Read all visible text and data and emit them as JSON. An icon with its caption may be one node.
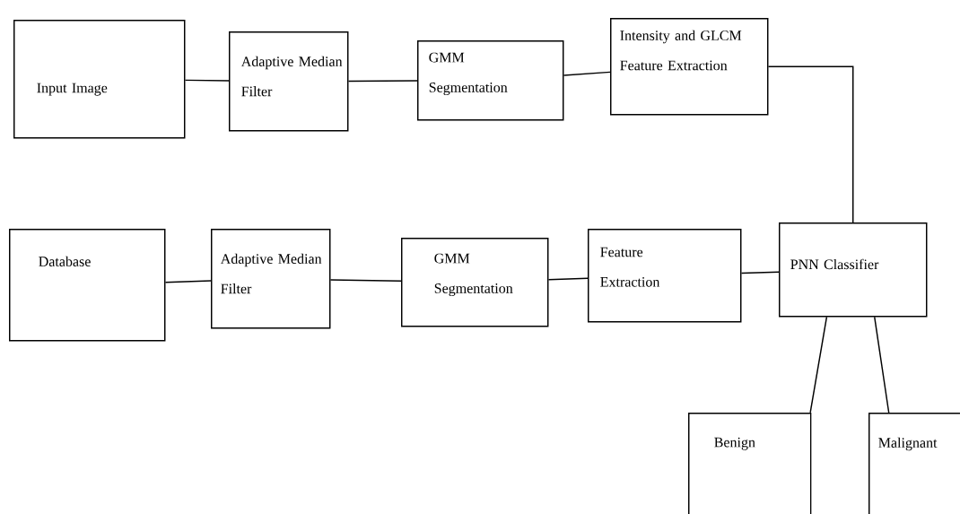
{
  "diagram": {
    "nodes": [
      {
        "text": [
          "Input Image"
        ]
      },
      {
        "text": [
          "Adaptive Median Filter"
        ]
      },
      {
        "text": [
          "GMM Segmentation"
        ]
      },
      {
        "text": [
          "Intensity and GLCM Feature Extraction"
        ]
      },
      {
        "text": [
          "Database"
        ]
      },
      {
        "text": [
          "Adaptive Median Filter"
        ]
      },
      {
        "text": [
          "GMM Segmentation"
        ]
      },
      {
        "text": [
          "Feature Extraction"
        ]
      },
      {
        "text": [
          "PNN Classifier"
        ]
      },
      {
        "text": [
          "Benign"
        ]
      },
      {
        "text": [
          "Malignant"
        ]
      }
    ],
    "edges": [
      {
        "from": 0,
        "to": 1,
        "arrow": "none"
      },
      {
        "from": 1,
        "to": 2,
        "arrow": "none"
      },
      {
        "from": 2,
        "to": 3,
        "arrow": "none"
      },
      {
        "from": 3,
        "to": 8,
        "arrow": "none"
      },
      {
        "from": 4,
        "to": 5,
        "arrow": "none"
      },
      {
        "from": 5,
        "to": 6,
        "arrow": "none"
      },
      {
        "from": 6,
        "to": 7,
        "arrow": "none"
      },
      {
        "from": 7,
        "to": 8,
        "arrow": "none"
      },
      {
        "from": 8,
        "to": 9,
        "arrow": "none"
      },
      {
        "from": 8,
        "to": 10,
        "arrow": "none"
      }
    ]
  }
}
